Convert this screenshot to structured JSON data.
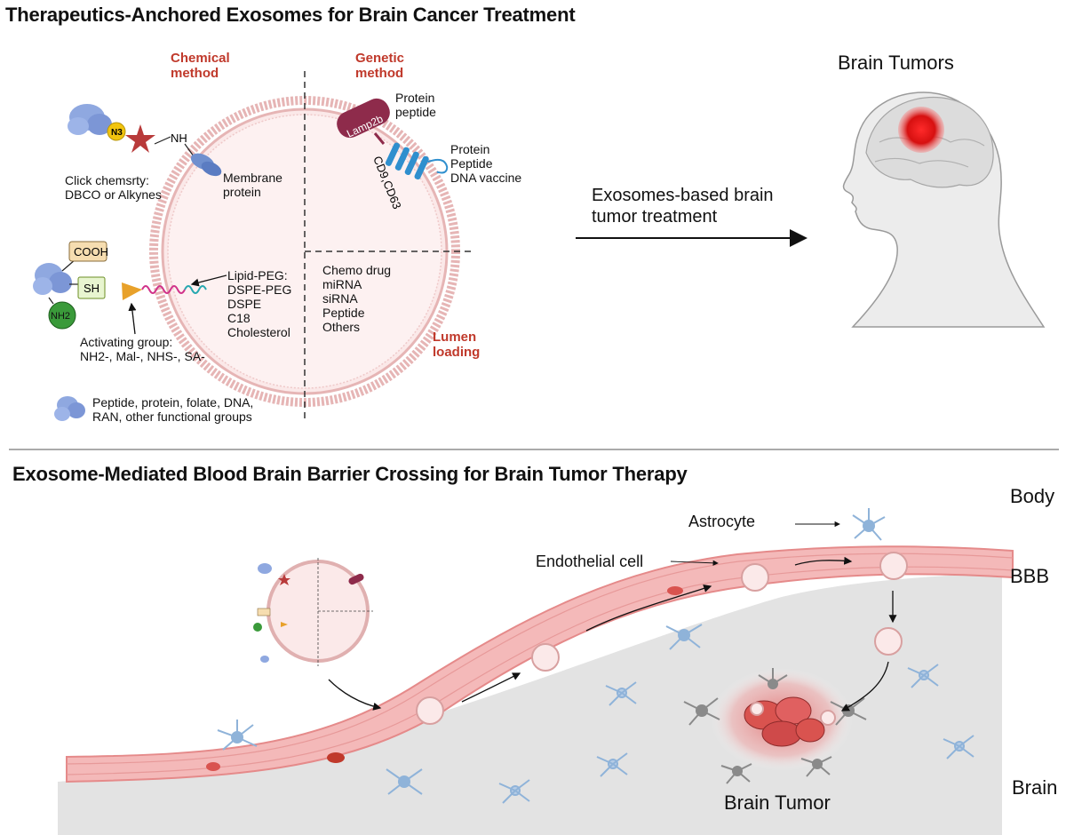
{
  "panel_top": {
    "title": "Therapeutics-Anchored Exosomes for Brain Cancer Treatment",
    "chemical_method": "Chemical\nmethod",
    "genetic_method": "Genetic\nmethod",
    "lumen_loading": "Lumen\nloading",
    "n3": "N3",
    "nh": "NH",
    "cooh": "COOH",
    "sh": "SH",
    "nh2": "NH2",
    "lamp2b": "Lamp2b",
    "cd9_cd63": "CD9,CD63",
    "click_chem": "Click chemsrty:\nDBCO or Alkynes",
    "membrane_protein": "Membrane\nprotein",
    "protein_peptide": "Protein\npeptide",
    "protein_peptide_dna": "Protein\nPeptide\nDNA vaccine",
    "lipid_peg": "Lipid-PEG:\nDSPE-PEG\nDSPE\nC18\nCholesterol",
    "lumen_list": "Chemo drug\nmiRNA\nsiRNA\nPeptide\nOthers",
    "activating_group": "Activating group:\nNH2-, Mal-, NHS-, SA-",
    "legend_text": "Peptide, protein, folate, DNA,\nRAN, other functional groups",
    "arrow_text": "Exosomes-based brain\ntumor treatment",
    "brain_tumors": "Brain Tumors"
  },
  "panel_bottom": {
    "title": "Exosome-Mediated Blood Brain Barrier Crossing for Brain Tumor Therapy",
    "body": "Body",
    "bbb": "BBB",
    "brain": "Brain",
    "astrocyte": "Astrocyte",
    "endothelial": "Endothelial cell",
    "brain_tumor": "Brain Tumor"
  },
  "colors": {
    "accent_red": "#c0392b",
    "exosome_fill": "#fdeaea",
    "vessel": "#f3a6a6",
    "brain_tissue": "#e4e4e4",
    "astrocyte": "#8fb3d9",
    "tumor": "#d9534f"
  }
}
